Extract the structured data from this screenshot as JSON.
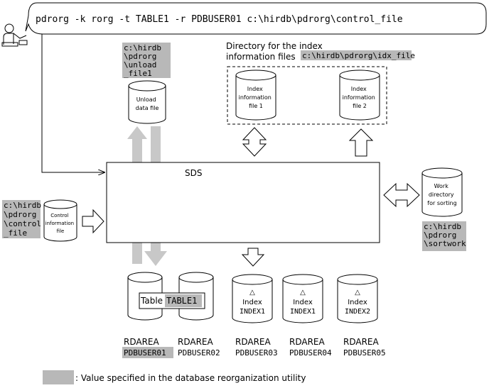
{
  "command": "pdrorg -k rorg -t TABLE1 -r PDBUSER01 c:\\hirdb\\pdrorg\\control_file",
  "unload_path": [
    "c:\\hirdb",
    "\\pdrorg",
    "\\unload",
    "_file1"
  ],
  "unload_file": [
    "Unload",
    "data file"
  ],
  "index_dir_label": [
    "Directory for the index",
    "information files"
  ],
  "index_dir_path": "c:\\hirdb\\pdrorg\\idx_file",
  "index_file_1": [
    "Index",
    "information",
    "file 1"
  ],
  "index_file_2": [
    "Index",
    "information",
    "file 2"
  ],
  "sds": "SDS",
  "work_dir": [
    "Work",
    "directory",
    "for sorting"
  ],
  "work_path": [
    "c:\\hirdb",
    "\\pdrorg",
    "\\sortwork"
  ],
  "control_path": [
    "c:\\hirdb",
    "\\pdrorg",
    "\\control",
    "_file"
  ],
  "control_file": [
    "Control",
    "information",
    "file"
  ],
  "table_word": "Table",
  "table_name": "TABLE1",
  "index_word": "Index",
  "index_names": [
    "INDEX1",
    "INDEX1",
    "INDEX2"
  ],
  "triangle": "△",
  "rdarea_word": "RDAREA",
  "rdareas": [
    "PDBUSER01",
    "PDBUSER02",
    "PDBUSER03",
    "PDBUSER04",
    "PDBUSER05"
  ],
  "legend": ": Value specified in the database reorganization utility",
  "colors": {
    "highlight": "#b8b8b8",
    "arrow_fill": "#c8c8c8",
    "line": "#000000"
  }
}
